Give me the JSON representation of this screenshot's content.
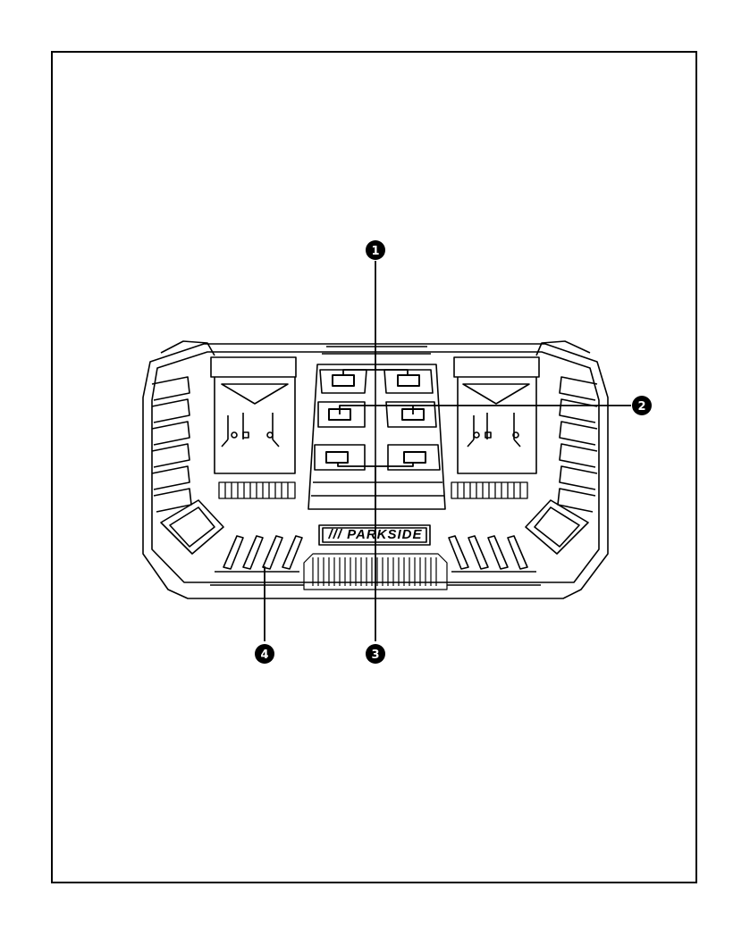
{
  "figure": {
    "brand_label": "/// PARKSIDE",
    "callouts": [
      {
        "id": "callout-1",
        "number": "1"
      },
      {
        "id": "callout-2",
        "number": "2"
      },
      {
        "id": "callout-3",
        "number": "3"
      },
      {
        "id": "callout-4",
        "number": "4"
      }
    ]
  },
  "colors": {
    "line": "#000000",
    "background": "#ffffff"
  }
}
